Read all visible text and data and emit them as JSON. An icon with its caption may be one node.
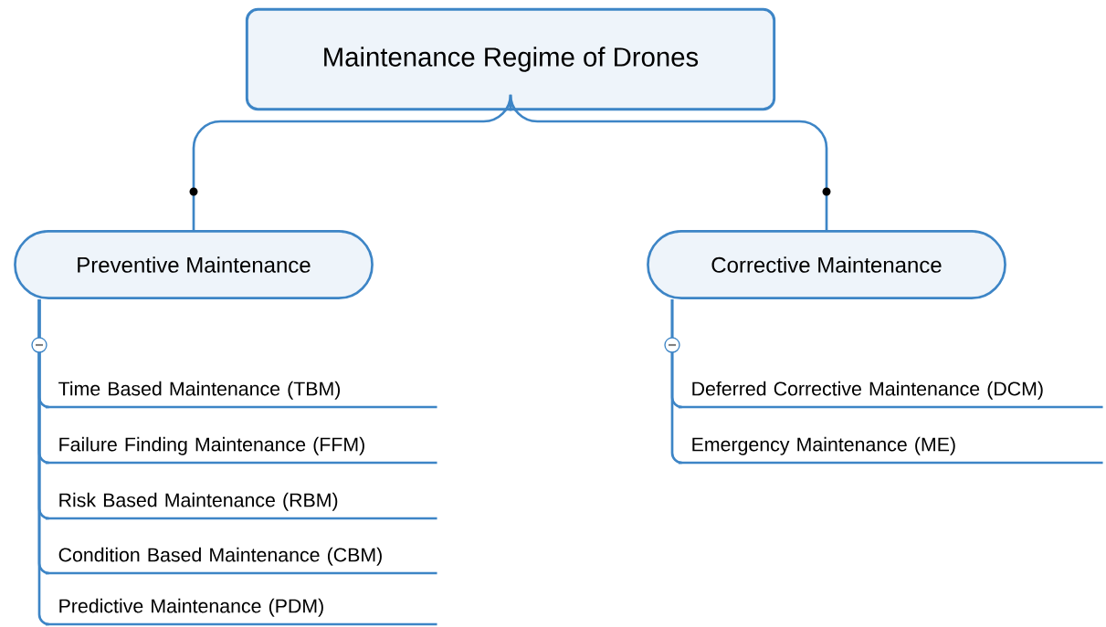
{
  "diagram": {
    "nodes": [
      {
        "text": [
          "Maintenance Regime of Drones"
        ]
      },
      {
        "text": [
          "Preventive Maintenance"
        ]
      },
      {
        "text": [
          "Corrective Maintenance"
        ]
      },
      {
        "text": [
          "Time Based Maintenance (TBM)"
        ]
      },
      {
        "text": [
          "Failure Finding Maintenance (FFM)"
        ]
      },
      {
        "text": [
          "Risk Based Maintenance (RBM)"
        ]
      },
      {
        "text": [
          "Condition Based Maintenance (CBM)"
        ]
      },
      {
        "text": [
          "Predictive Maintenance (PDM)"
        ]
      },
      {
        "text": [
          "Deferred Corrective Maintenance (DCM)"
        ]
      },
      {
        "text": [
          "Emergency Maintenance (ME)"
        ]
      }
    ],
    "edges": [
      {
        "from": 0,
        "to": 1,
        "arrow": "none"
      },
      {
        "from": 0,
        "to": 2,
        "arrow": "none"
      },
      {
        "from": 1,
        "to": 3,
        "arrow": "none"
      },
      {
        "from": 1,
        "to": 4,
        "arrow": "none"
      },
      {
        "from": 1,
        "to": 5,
        "arrow": "none"
      },
      {
        "from": 1,
        "to": 6,
        "arrow": "none"
      },
      {
        "from": 1,
        "to": 7,
        "arrow": "none"
      },
      {
        "from": 2,
        "to": 8,
        "arrow": "none"
      },
      {
        "from": 2,
        "to": 9,
        "arrow": "none"
      }
    ]
  }
}
